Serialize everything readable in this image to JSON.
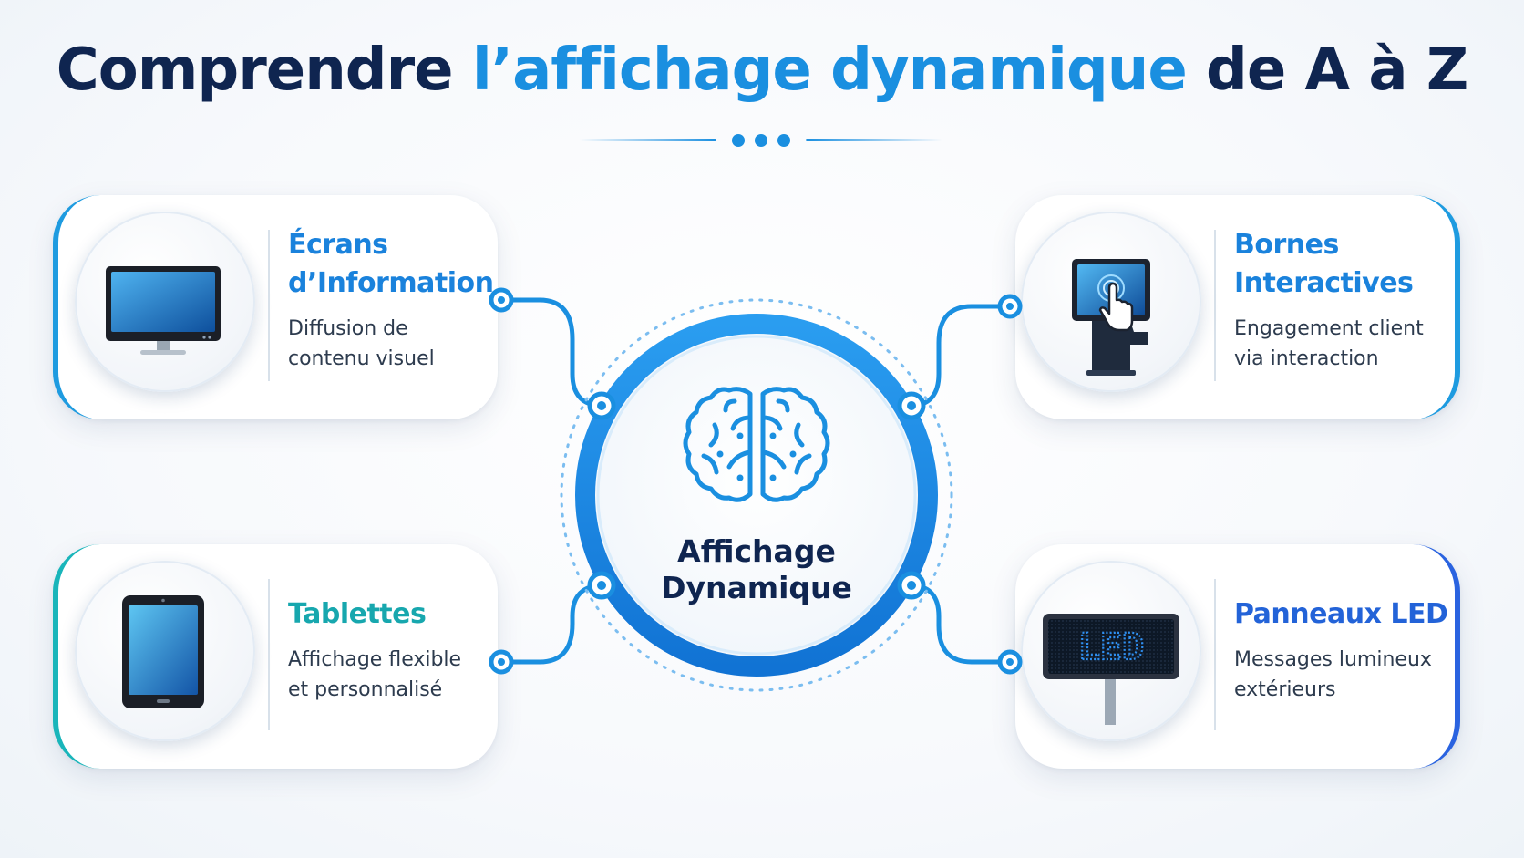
{
  "title": {
    "part1": "Comprendre ",
    "highlight": "l’affichage dynamique",
    "part2": " de A à Z"
  },
  "hub": {
    "line1": "Affichage",
    "line2": "Dynamique",
    "icon": "brain-icon"
  },
  "cards": [
    {
      "id": "ecrans",
      "title_line1": "Écrans",
      "title_line2": "d’Information",
      "desc_line1": "Diffusion de",
      "desc_line2": "contenu visuel",
      "icon": "monitor-icon"
    },
    {
      "id": "bornes",
      "title_line1": "Bornes",
      "title_line2": "Interactives",
      "desc_line1": "Engagement client",
      "desc_line2": "via interaction",
      "icon": "kiosk-touch-icon"
    },
    {
      "id": "tablettes",
      "title_line1": "Tablettes",
      "title_line2": "",
      "desc_line1": "Affichage flexible",
      "desc_line2": "et personnalisé",
      "icon": "tablet-icon"
    },
    {
      "id": "panneaux",
      "title_line1": "Panneaux LED",
      "title_line2": "",
      "desc_line1": "Messages lumineux",
      "desc_line2": "extérieurs",
      "icon": "led-sign-icon",
      "icon_text": "LED"
    }
  ],
  "colors": {
    "navy": "#0f2550",
    "accent": "#1a8fe0",
    "teal": "#17a7ae",
    "deep_blue": "#2363d8"
  }
}
